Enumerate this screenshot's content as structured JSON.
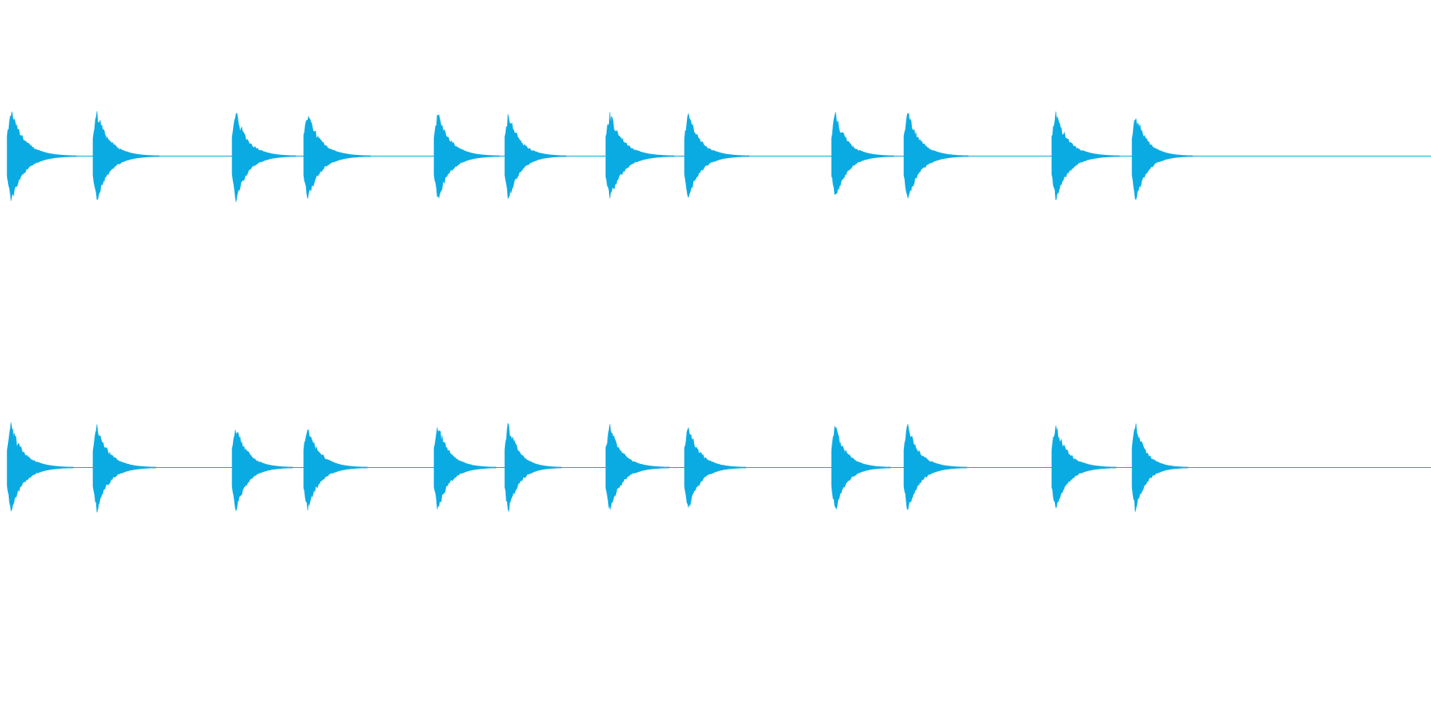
{
  "waveform": {
    "color": "#0aabe3",
    "background": "#ffffff",
    "duration": 1800,
    "channels": [
      {
        "name": "channel-1",
        "bursts": [
          {
            "start": 9,
            "end": 96,
            "peak": 1.0
          },
          {
            "start": 117,
            "end": 200,
            "peak": 0.98
          },
          {
            "start": 292,
            "end": 372,
            "peak": 0.98
          },
          {
            "start": 382,
            "end": 466,
            "peak": 0.98
          },
          {
            "start": 546,
            "end": 628,
            "peak": 0.97
          },
          {
            "start": 635,
            "end": 712,
            "peak": 0.98
          },
          {
            "start": 762,
            "end": 848,
            "peak": 0.98
          },
          {
            "start": 861,
            "end": 942,
            "peak": 0.95
          },
          {
            "start": 1046,
            "end": 1124,
            "peak": 0.97
          },
          {
            "start": 1137,
            "end": 1218,
            "peak": 0.98
          },
          {
            "start": 1323,
            "end": 1408,
            "peak": 0.97
          },
          {
            "start": 1424,
            "end": 1500,
            "peak": 0.97
          }
        ]
      },
      {
        "name": "channel-2",
        "bursts": [
          {
            "start": 9,
            "end": 92,
            "peak": 0.95
          },
          {
            "start": 117,
            "end": 196,
            "peak": 0.96
          },
          {
            "start": 292,
            "end": 368,
            "peak": 0.98
          },
          {
            "start": 382,
            "end": 462,
            "peak": 0.95
          },
          {
            "start": 546,
            "end": 624,
            "peak": 0.96
          },
          {
            "start": 635,
            "end": 706,
            "peak": 1.0
          },
          {
            "start": 762,
            "end": 842,
            "peak": 0.96
          },
          {
            "start": 861,
            "end": 938,
            "peak": 0.96
          },
          {
            "start": 1046,
            "end": 1120,
            "peak": 0.98
          },
          {
            "start": 1137,
            "end": 1216,
            "peak": 0.96
          },
          {
            "start": 1323,
            "end": 1404,
            "peak": 0.96
          },
          {
            "start": 1424,
            "end": 1494,
            "peak": 0.98
          }
        ]
      }
    ]
  }
}
